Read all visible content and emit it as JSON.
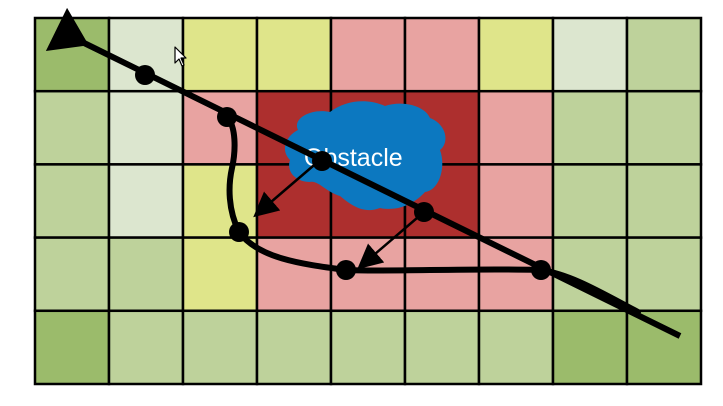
{
  "title": "",
  "colors": {
    "dark_green": "#9bbb6b",
    "light_green": "#bed29b",
    "pale_green": "#dce6cf",
    "yellow": "#dfe58a",
    "pink": "#e8a3a1",
    "dark_red": "#ad2f2e",
    "obstacle_blue": "#0c78c0",
    "path_black": "#000000"
  },
  "grid": {
    "rows": 5,
    "cols": 9,
    "cells": [
      [
        "dark_green",
        "pale_green",
        "yellow",
        "yellow",
        "pink",
        "pink",
        "yellow",
        "pale_green",
        "light_green"
      ],
      [
        "light_green",
        "pale_green",
        "pink",
        "dark_red",
        "dark_red",
        "dark_red",
        "pink",
        "light_green",
        "light_green"
      ],
      [
        "light_green",
        "pale_green",
        "yellow",
        "dark_red",
        "dark_red",
        "dark_red",
        "pink",
        "light_green",
        "light_green"
      ],
      [
        "light_green",
        "light_green",
        "yellow",
        "pink",
        "pink",
        "pink",
        "pink",
        "light_green",
        "light_green"
      ],
      [
        "dark_green",
        "light_green",
        "light_green",
        "light_green",
        "light_green",
        "light_green",
        "light_green",
        "dark_green",
        "dark_green"
      ]
    ]
  },
  "obstacle": {
    "label": "Obstacle"
  },
  "cursor_icon": "mouse-pointer-icon"
}
